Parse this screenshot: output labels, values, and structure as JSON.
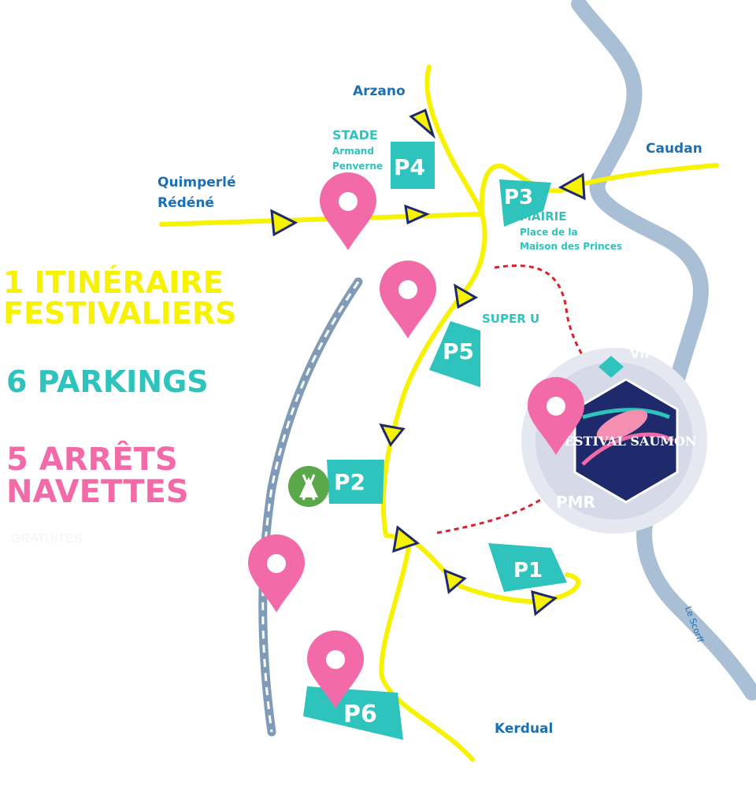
{
  "legend": {
    "itineraire_line1": "1 ITINÉRAIRE",
    "itineraire_line2": "FESTIVALIERS",
    "parkings": "6 PARKINGS",
    "navettes_line1": "5 ARRÊTS",
    "navettes_line2": "NAVETTES",
    "navettes_sub": "GRATUITES"
  },
  "towns": {
    "arzano": "Arzano",
    "caudan": "Caudan",
    "quimperle": "Quimperlé",
    "redene": "Rédéné",
    "kerdual": "Kerdual"
  },
  "river_name": "Le Scorff",
  "parkings": {
    "p1": "P1",
    "p2": "P2",
    "p3": "P3",
    "p4": "P4",
    "p5": "P5",
    "p6": "P6",
    "vip": "VIP",
    "pmr": "PMR"
  },
  "places": {
    "stade_1": "STADE",
    "stade_2": "Armand",
    "stade_3": "Penverne",
    "mairie_1": "MAIRIE",
    "mairie_2": "Place de la",
    "mairie_3": "Maison des Princes",
    "superu": "SUPER U"
  },
  "logo_text": "FESTIVAL SAUMON",
  "colors": {
    "route_yellow": "#f6f200",
    "parking_teal": "#2ec4bd",
    "navette_pink": "#f36aa9",
    "town_blue": "#1d6fb0",
    "river": "#a9bfd6",
    "rail": "#7f9bb8",
    "camping_green": "#5aa84a",
    "pmr_red": "#d8222c",
    "logo_navy": "#1e2a6b"
  },
  "icons": [
    "navette-stop-icon",
    "camping-icon",
    "route-arrow-icon",
    "festival-logo"
  ]
}
